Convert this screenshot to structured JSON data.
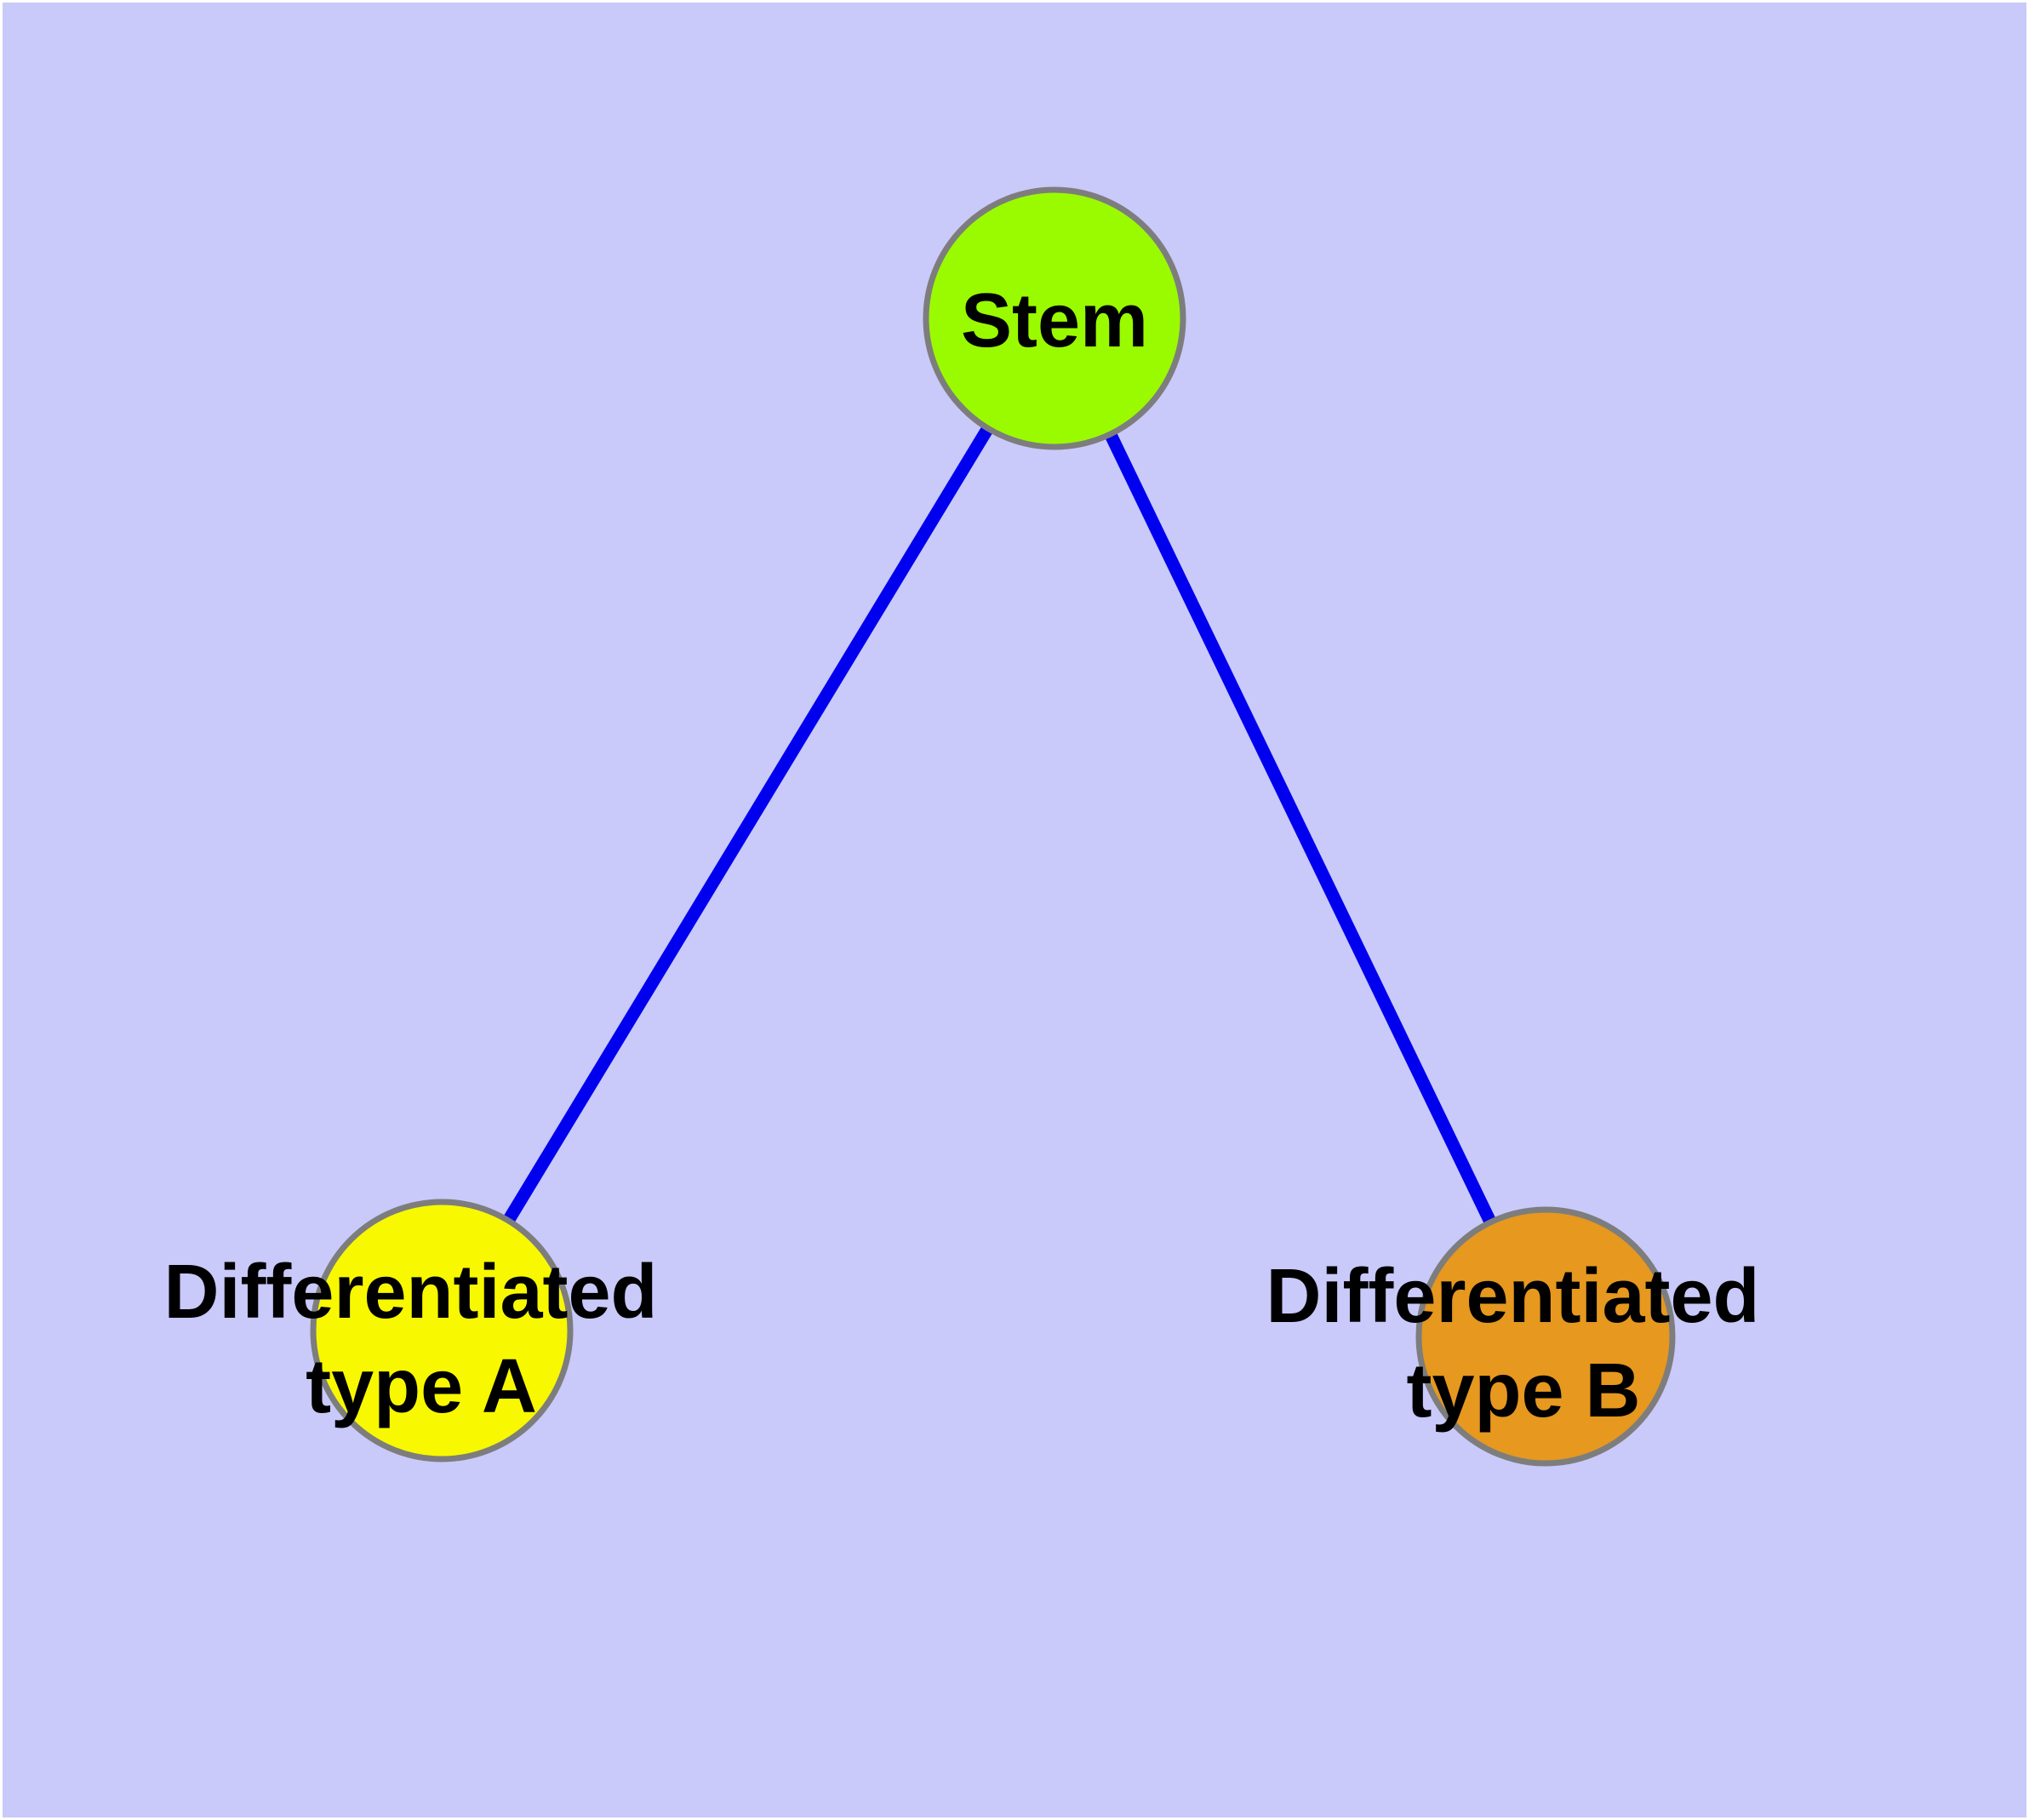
{
  "diagram": {
    "background_color": "#C9C9FA",
    "edge_color": "#0000EE",
    "node_border_color": "#7D7D7D",
    "label_color": "#000000",
    "nodes": [
      {
        "id": "stem",
        "label": "Stem",
        "fill": "#9AFB00"
      },
      {
        "id": "type-a",
        "label_line1": "Differentiated",
        "label_line2": "type A",
        "fill": "#F8F800"
      },
      {
        "id": "type-b",
        "label_line1": "Differentiated",
        "label_line2": "type B",
        "fill": "#E6981F"
      }
    ],
    "edges": [
      {
        "from": "Stem",
        "to": "Differentiated type A"
      },
      {
        "from": "Stem",
        "to": "Differentiated type B"
      }
    ]
  }
}
